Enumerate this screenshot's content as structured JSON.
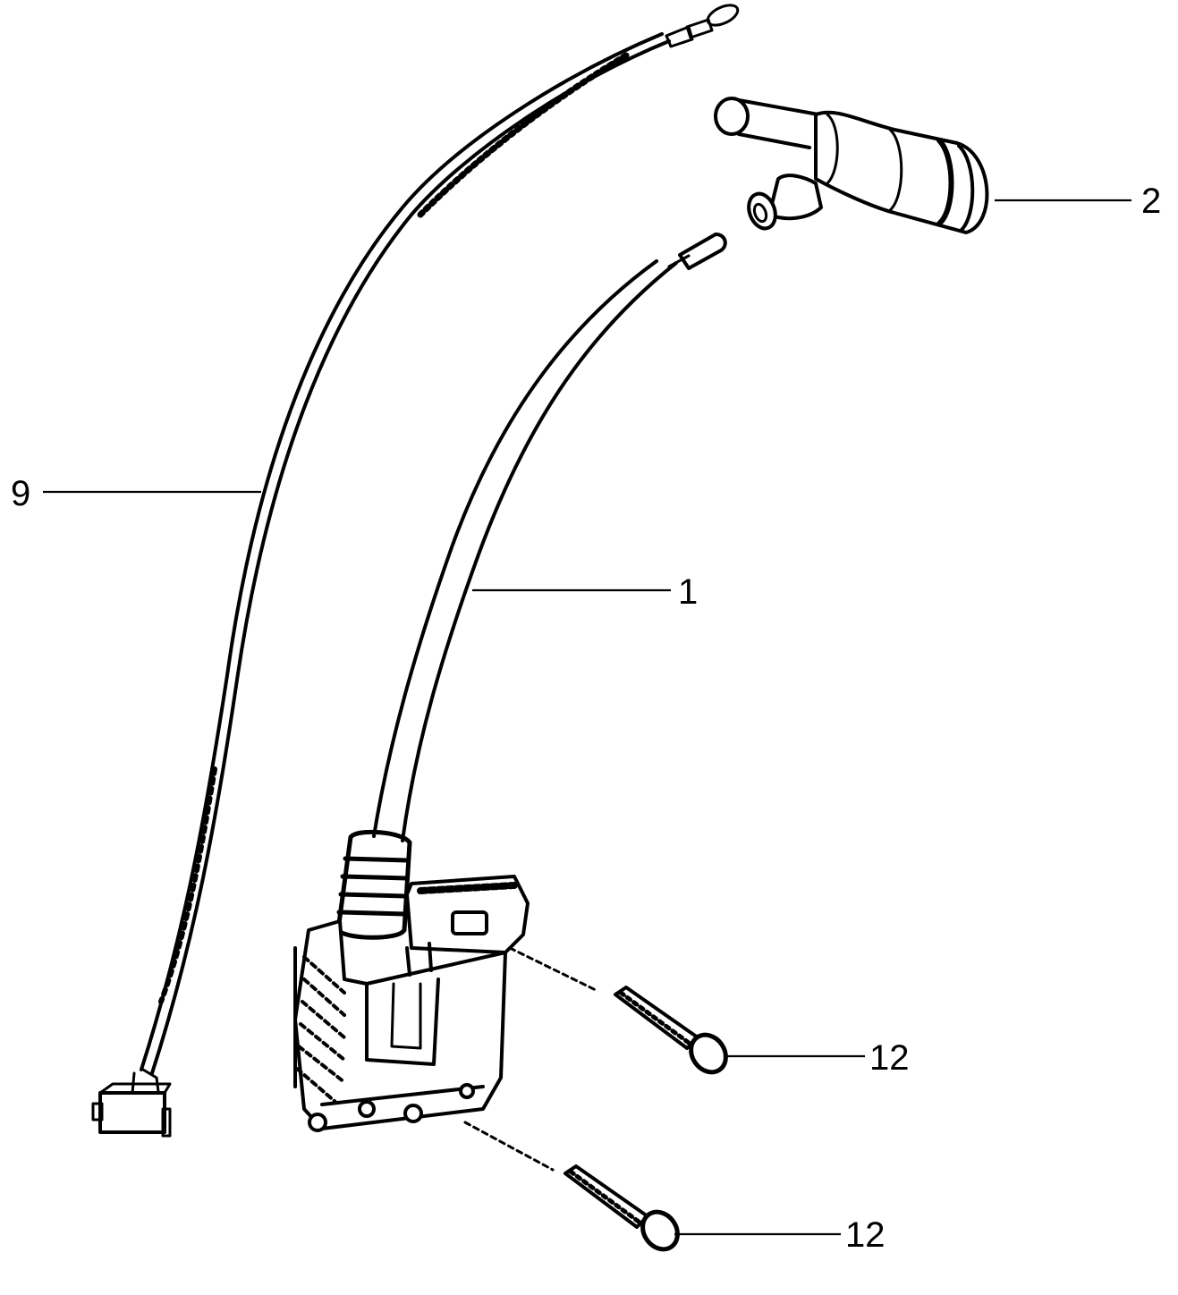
{
  "colors": {
    "line": "#000000",
    "background": "#ffffff"
  },
  "callouts": [
    {
      "id": "part-2",
      "label": "2"
    },
    {
      "id": "part-9",
      "label": "9"
    },
    {
      "id": "part-1",
      "label": "1"
    },
    {
      "id": "part-12-upper",
      "label": "12"
    },
    {
      "id": "part-12-lower",
      "label": "12"
    }
  ]
}
